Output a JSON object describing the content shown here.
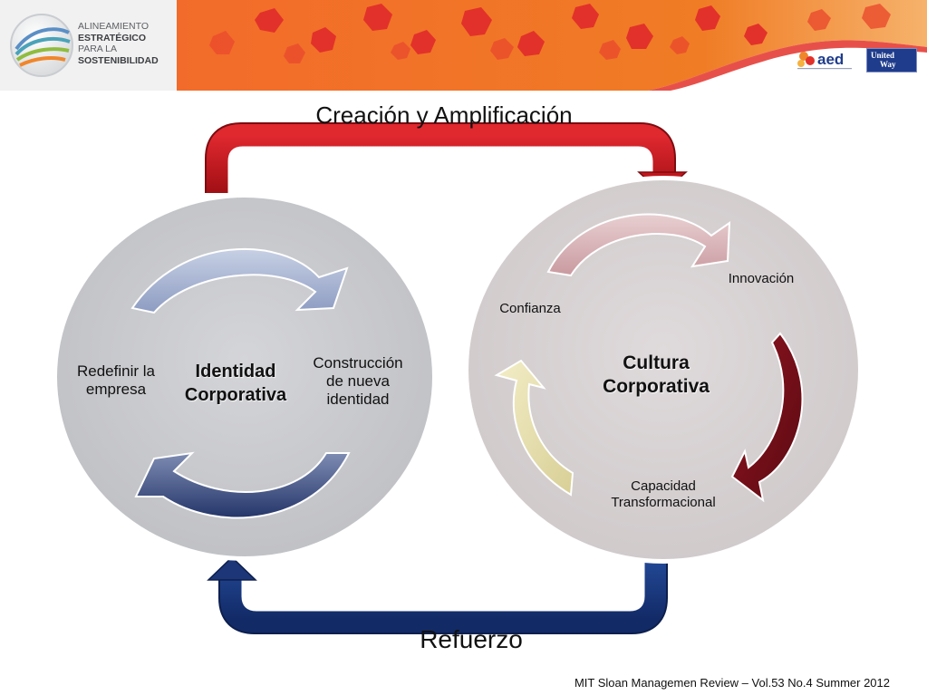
{
  "header": {
    "brand_lines": [
      "ALINEAMIENTO",
      "ESTRATÉGICO",
      "PARA LA",
      "SOSTENIBILIDAD"
    ],
    "partner_logos": [
      "aed-logo",
      "united-way-logo"
    ],
    "aed_text": "aed",
    "united_way_line1": "United",
    "united_way_line2": "Way",
    "banner_colors": [
      "#f07c25",
      "#e2312a",
      "#f2a541"
    ]
  },
  "diagram": {
    "top_label": "Creación y Amplificación",
    "bottom_label": "Refuerzo",
    "top_arrow_color": "#c0161c",
    "bottom_arrow_color": "#1c3678",
    "left_cycle": {
      "core_line1": "Identidad",
      "core_line2": "Corporativa",
      "left_line1": "Redefinir la",
      "left_line2": "empresa",
      "right_line1": "Construcción",
      "right_line2": "de nueva",
      "right_line3": "identidad"
    },
    "right_cycle": {
      "core_line1": "Cultura",
      "core_line2": "Corporativa",
      "top": "Innovación",
      "left": "Confianza",
      "bottom_line1": "Capacidad",
      "bottom_line2": "Transformacional"
    }
  },
  "footer": {
    "citation": "MIT Sloan Managemen Review – Vol.53 No.4 Summer 2012"
  }
}
